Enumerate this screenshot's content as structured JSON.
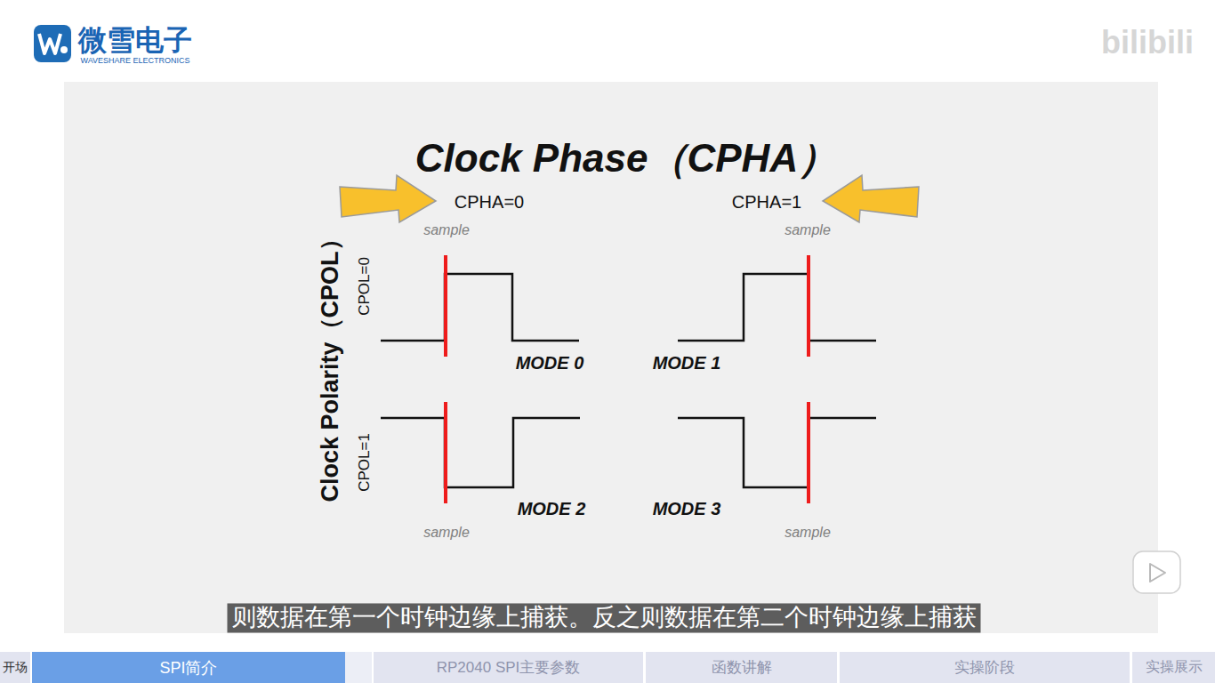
{
  "diagram": {
    "title": "Clock Phase（CPHA）",
    "nodes": [
      {
        "text": [
          "开场"
        ]
      },
      {
        "text": [
          "SPI简介"
        ]
      },
      {
        "text": [
          "RP2040 SPI主要参数"
        ]
      },
      {
        "text": [
          "函数讲解"
        ]
      },
      {
        "text": [
          "实操阶段"
        ]
      },
      {
        "text": [
          "实操展示"
        ]
      }
    ],
    "labels": [
      "微雪电子",
      "WAVESHARE ELECTRONICS",
      "bilibili",
      "CPHA=0",
      "CPHA=1",
      "sample",
      "sample",
      "Clock Polarity（CPOL）",
      "CPOL=0",
      "CPOL=1",
      "MODE 0",
      "MODE 1",
      "MODE 2",
      "MODE 3",
      "sample",
      "sample",
      "则数据在第一个时钟边缘上捕获。反之则数据在第二个时钟边缘上捕获"
    ]
  }
}
